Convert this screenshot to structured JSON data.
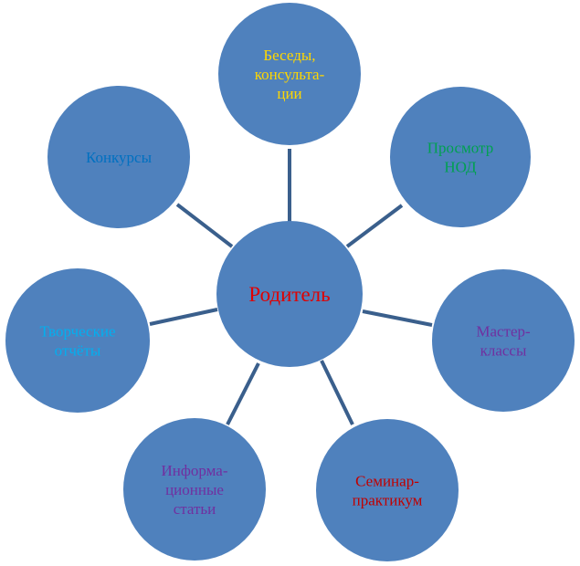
{
  "center": {
    "lines": [
      "Родитель"
    ],
    "color": "#e00000"
  },
  "nodes": [
    {
      "id": "besedy",
      "lines": [
        "Беседы,",
        "консульта-",
        "ции"
      ],
      "color": "#ffd700"
    },
    {
      "id": "prosmotr",
      "lines": [
        "Просмотр",
        "НОД"
      ],
      "color": "#00a050"
    },
    {
      "id": "master",
      "lines": [
        "Мастер-",
        "классы"
      ],
      "color": "#7030a0"
    },
    {
      "id": "seminar",
      "lines": [
        "Семинар-",
        "практикум"
      ],
      "color": "#c00000"
    },
    {
      "id": "stati",
      "lines": [
        "Информа-",
        "ционные",
        "статьи"
      ],
      "color": "#7030a0"
    },
    {
      "id": "otchety",
      "lines": [
        "Творческие",
        "отчёты"
      ],
      "color": "#00b0f0"
    },
    {
      "id": "konkursy",
      "lines": [
        "Конкурсы"
      ],
      "color": "#0070c0"
    }
  ],
  "colors": {
    "circle_fill": "#4f81bd",
    "connector": "#3a5f8c",
    "background": "#ffffff"
  }
}
